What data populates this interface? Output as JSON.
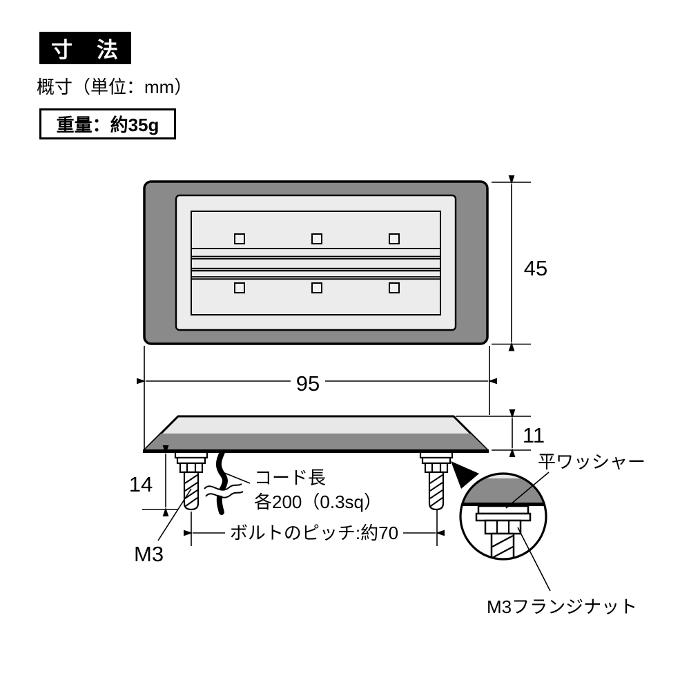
{
  "colors": {
    "outline": "#000000",
    "body_gray": "#8a8a8a",
    "panel_light": "#ececec",
    "lens_light": "#e8e8e8",
    "background": "#ffffff",
    "title_bg": "#000000",
    "title_fg": "#ffffff"
  },
  "header": {
    "title": "寸　法",
    "subtitle": "概寸（単位：mm）",
    "weight_badge": "重量：約35g"
  },
  "front_view": {
    "width_mm": "95",
    "height_mm": "45",
    "led_window_count": 6
  },
  "side_view": {
    "height_mm": "11",
    "bolt_length_mm": "14",
    "bolt_label": "M3",
    "bolt_pitch_label": "ボルトのピッチ:約70",
    "cord_label_line1": "コード長",
    "cord_label_line2": "各200（0.3sq）"
  },
  "detail_view": {
    "washer_label": "平ワッシャー",
    "flange_nut_label": "M3フランジナット"
  }
}
